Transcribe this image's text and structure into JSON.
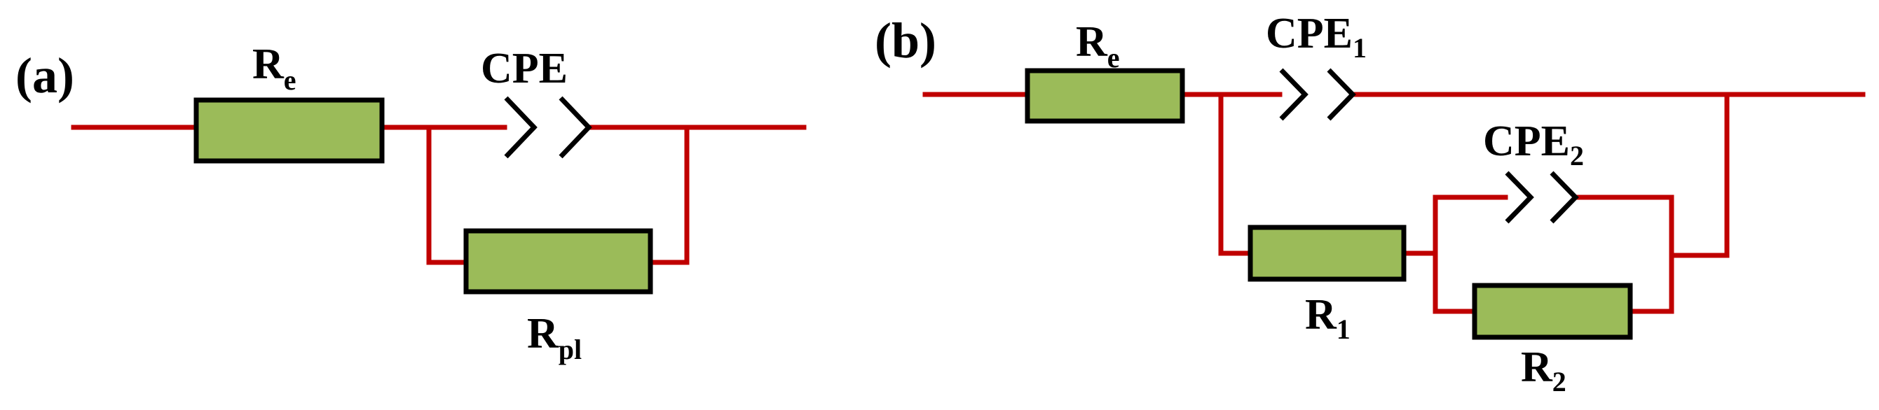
{
  "panels": {
    "a": {
      "label": "(a)",
      "Re": {
        "main": "R",
        "sub": "e"
      },
      "CPE": {
        "main": "CPE",
        "sub": ""
      },
      "Rpl": {
        "main": "R",
        "sub": "pl"
      }
    },
    "b": {
      "label": "(b)",
      "Re": {
        "main": "R",
        "sub": "e"
      },
      "CPE1": {
        "main": "CPE",
        "sub": "1"
      },
      "CPE2": {
        "main": "CPE",
        "sub": "2"
      },
      "R1": {
        "main": "R",
        "sub": "1"
      },
      "R2": {
        "main": "R",
        "sub": "2"
      }
    }
  },
  "colors": {
    "wire": "#c00000",
    "resistor_fill": "#9bbb59",
    "outline": "#000000"
  }
}
